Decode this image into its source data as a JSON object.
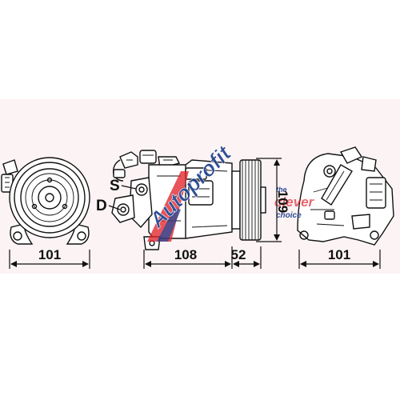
{
  "dimensions": {
    "front_width": "101",
    "body_length": "108",
    "pulley_length": "52",
    "height": "109",
    "rear_width": "101"
  },
  "ports": {
    "suction": "S",
    "discharge": "D"
  },
  "watermark": {
    "brand": "Autoprofit",
    "slogan_line1": "the",
    "slogan_line2": "clever",
    "slogan_line3": "choice"
  },
  "colors": {
    "band": "#fcf3f4",
    "watermark_red": "#e0242c",
    "watermark_blue": "#1e3f8f",
    "line": "#111111"
  }
}
